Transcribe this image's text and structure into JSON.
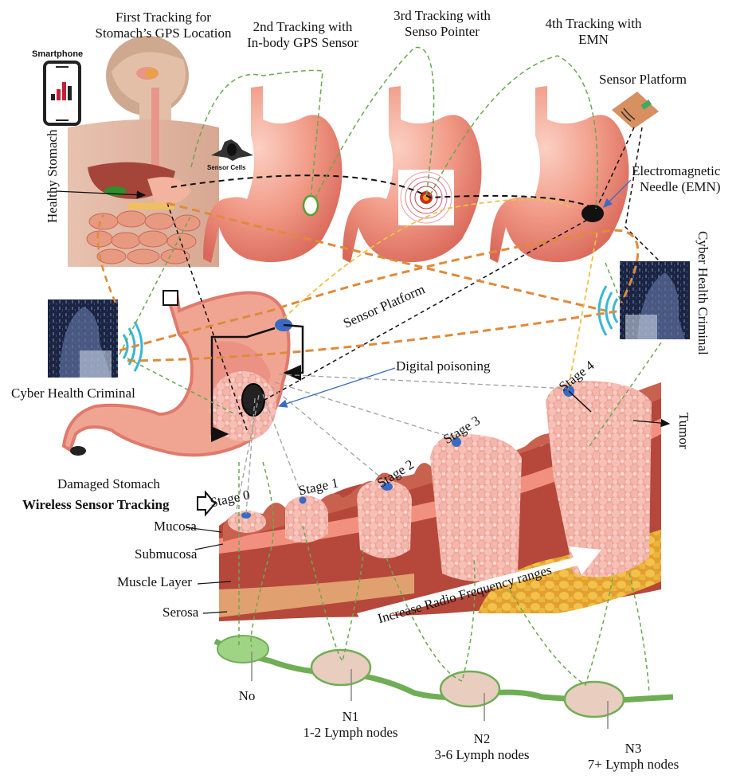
{
  "headings": {
    "first_tracking": [
      "First Tracking for",
      "Stomach’s GPS Location"
    ],
    "second_tracking": [
      "2nd Tracking with",
      "In-body GPS Sensor"
    ],
    "third_tracking": [
      "3rd Tracking with",
      "Senso Pointer"
    ],
    "fourth_tracking": [
      "4th Tracking with",
      "EMN"
    ]
  },
  "labels": {
    "smartphone": "Smartphone",
    "sensor_cells": "Sensor Cells",
    "healthy_stomach": "Healthy Stomach",
    "sensor_platform_top": "Sensor Platform",
    "emn": [
      "Electromagnetic",
      "Needle (EMN)"
    ],
    "sensor_platform_mid": "Sensor Platform",
    "cyber_criminal_left": "Cyber Health Criminal",
    "cyber_criminal_right": "Cyber Health Criminal",
    "digital_poisoning": "Digital poisoning",
    "tumor": "Tumor",
    "damaged_stomach": "Damaged Stomach",
    "wireless_tracking": "Wireless Sensor Tracking",
    "radio_frequency": "Increase Radio Frequency ranges"
  },
  "stages": [
    "Stage 0",
    "Stage 1",
    "Stage 2",
    "Stage 3",
    "Stage 4"
  ],
  "layers": [
    "Mucosa",
    "Submucosa",
    "Muscle Layer",
    "Serosa"
  ],
  "lymph": [
    {
      "code": "No",
      "desc": ""
    },
    {
      "code": "N1",
      "desc": "1-2 Lymph nodes"
    },
    {
      "code": "N2",
      "desc": "3-6 Lymph nodes"
    },
    {
      "code": "N3",
      "desc": "7+ Lymph nodes"
    }
  ],
  "colors": {
    "stomach": "#f19a86",
    "stomach_dark": "#d9685a",
    "tumor": "#f1b0a6",
    "sensor_dot": "#3a6bc4",
    "green_dash": "#6aa84f",
    "orange_dash": "#e08a3a",
    "yellow_dash": "#f0c040",
    "grey_dash": "#a0a0a0",
    "lymph_green": "#6fae55",
    "lymph_node": "#e9cdbf",
    "fat": "#e8b040",
    "hacker_bg": "#1b2440",
    "wifi": "#38b7d8"
  }
}
